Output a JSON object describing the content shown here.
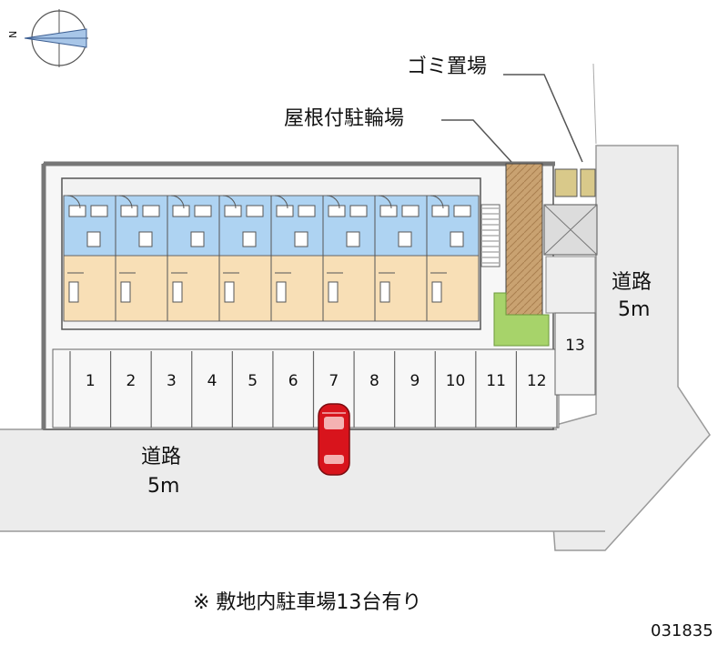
{
  "compass": {
    "north_label": "N",
    "icon": "compass-icon"
  },
  "labels": {
    "garbage": "ゴミ置場",
    "bicycle": "屋根付駐輪場",
    "road_right_name": "道路",
    "road_right_width": "5m",
    "road_bottom_name": "道路",
    "road_bottom_width": "5m"
  },
  "parking": {
    "spaces": [
      "1",
      "2",
      "3",
      "4",
      "5",
      "6",
      "7",
      "8",
      "9",
      "10",
      "11",
      "12"
    ],
    "extra": "13"
  },
  "footnote": "※ 敷地内駐車場13台有り",
  "code": "031835",
  "colors": {
    "road": "#ececec",
    "lot": "#f6f6f6",
    "unit_top": "#aed3f2",
    "unit_bottom": "#f8dfb6",
    "bicycle": "#c9a271",
    "green": "#a7d36a",
    "car": "#d8141c"
  }
}
